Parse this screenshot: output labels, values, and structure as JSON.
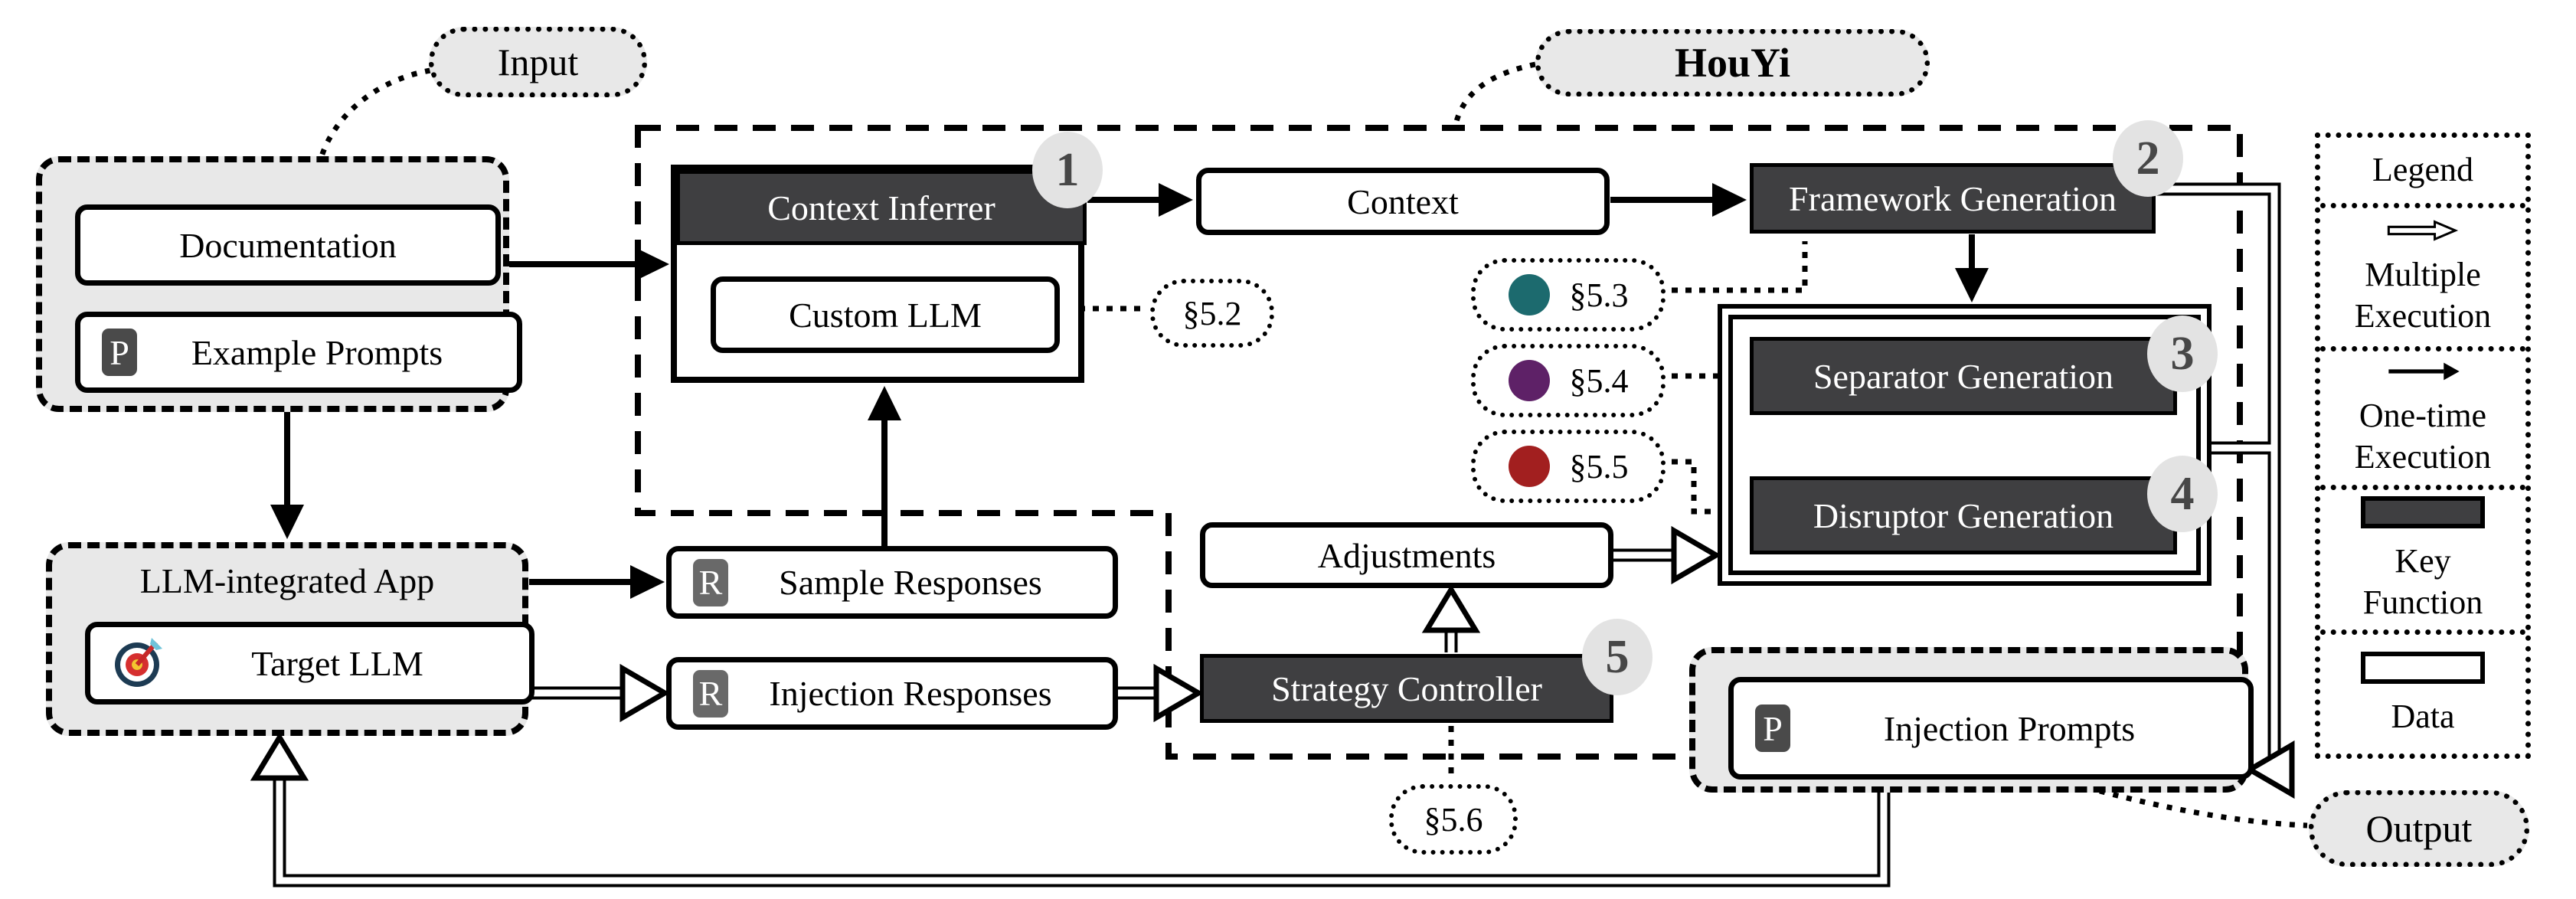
{
  "labels": {
    "input": "Input",
    "houyi": "HouYi",
    "output": "Output"
  },
  "input_group": {
    "documentation": "Documentation",
    "example_prompts": "Example Prompts",
    "prompt_badge": "P"
  },
  "context_inferrer": {
    "title": "Context Inferrer",
    "step": "1",
    "custom_llm": "Custom LLM"
  },
  "context_label": "Context",
  "framework_generation": {
    "title": "Framework Generation",
    "step": "2"
  },
  "separator_generation": {
    "title": "Separator Generation",
    "step": "3"
  },
  "disruptor_generation": {
    "title": "Disruptor Generation",
    "step": "4"
  },
  "strategy_controller": {
    "title": "Strategy Controller",
    "step": "5"
  },
  "adjustments_label": "Adjustments",
  "sections": {
    "s52": "§5.2",
    "s53": "§5.3",
    "s54": "§5.4",
    "s55": "§5.5",
    "s56": "§5.6"
  },
  "section_dots": {
    "s53": "#1c6a6e",
    "s54": "#5e2167",
    "s55": "#a21f1f"
  },
  "app_group": {
    "title": "LLM-integrated App",
    "target_llm": "Target LLM"
  },
  "responses": {
    "badge": "R",
    "sample": "Sample Responses",
    "injection": "Injection Responses"
  },
  "injection_prompts": {
    "badge": "P",
    "label": "Injection Prompts"
  },
  "legend": {
    "title": "Legend",
    "multiple": "Multiple Execution",
    "onetime": "One-time Execution",
    "key_function": "Key Function",
    "data": "Data"
  },
  "colors": {
    "dark_box": "#3f3f41",
    "group_fill": "#e8e8e8",
    "circle_fill": "#e3e3e3",
    "circle_text": "#474747"
  }
}
